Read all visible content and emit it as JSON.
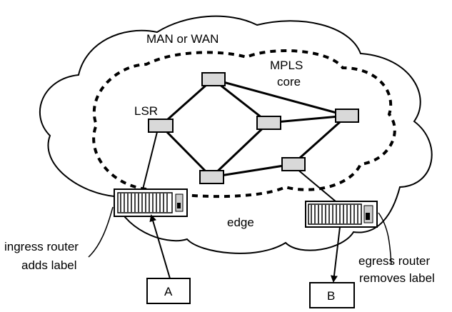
{
  "diagram": {
    "labels": {
      "network": "MAN or WAN",
      "core_line1": "MPLS",
      "core_line2": "core",
      "lsr": "LSR",
      "edge": "edge",
      "ingress_line1": "ingress router",
      "ingress_line2": "adds label",
      "egress_line1": "egress router",
      "egress_line2": "removes label",
      "host_a": "A",
      "host_b": "B"
    }
  }
}
